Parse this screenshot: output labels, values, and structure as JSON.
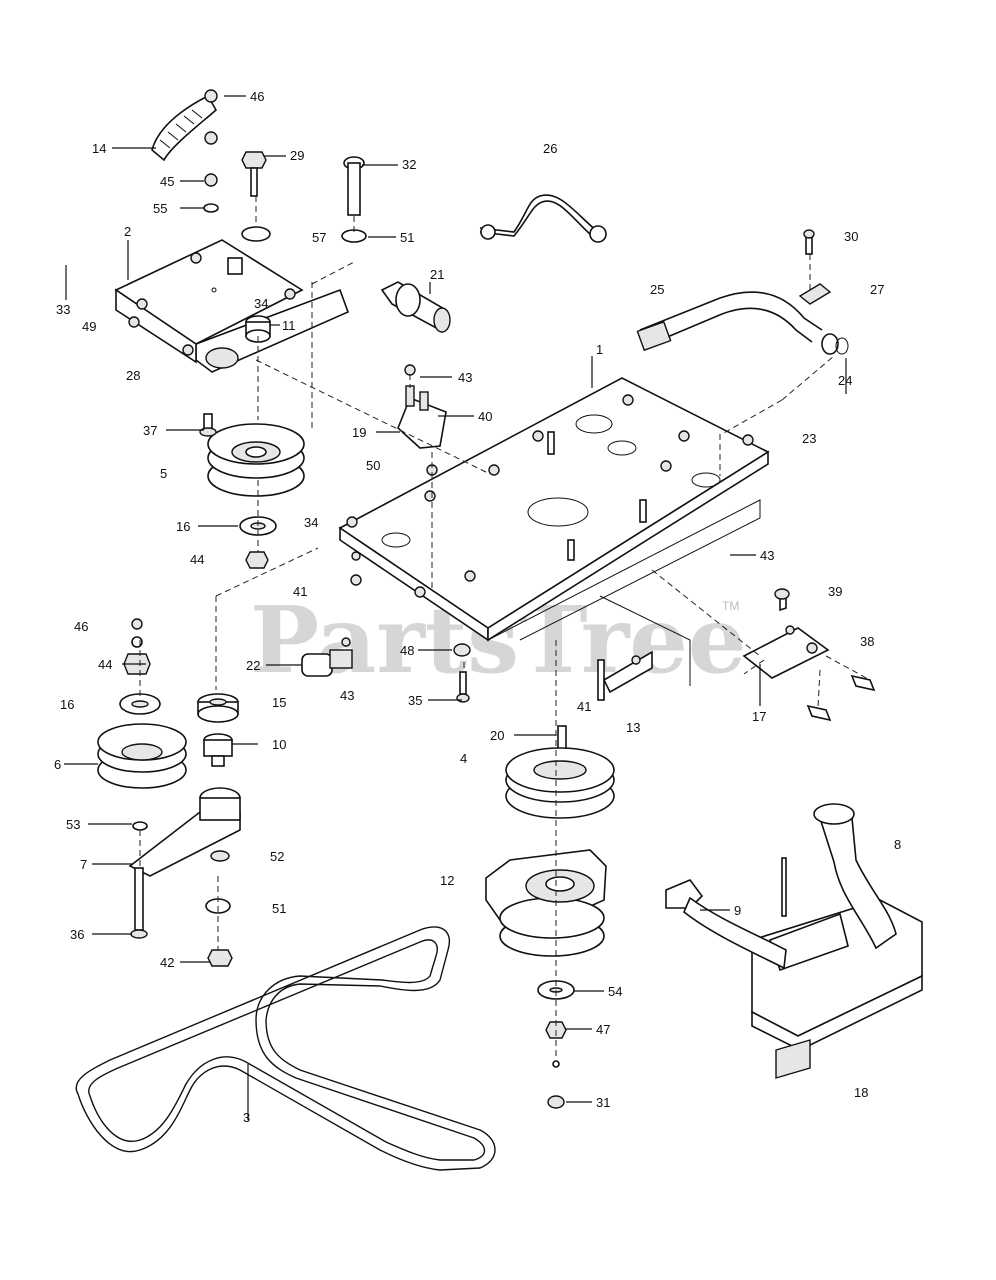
{
  "diagram": {
    "watermark": "PartsTree",
    "watermark_tm": "TM",
    "callouts": [
      "1",
      "2",
      "3",
      "4",
      "5",
      "6",
      "7",
      "8",
      "9",
      "10",
      "11",
      "12",
      "13",
      "14",
      "15",
      "16",
      "16",
      "17",
      "18",
      "19",
      "20",
      "21",
      "22",
      "23",
      "24",
      "25",
      "26",
      "27",
      "28",
      "29",
      "30",
      "31",
      "32",
      "33",
      "34",
      "34",
      "35",
      "36",
      "37",
      "38",
      "39",
      "40",
      "41",
      "41",
      "42",
      "43",
      "43",
      "43",
      "44",
      "44",
      "45",
      "46",
      "46",
      "47",
      "48",
      "49",
      "50",
      "51",
      "51",
      "52",
      "53",
      "54",
      "55",
      "57"
    ]
  }
}
